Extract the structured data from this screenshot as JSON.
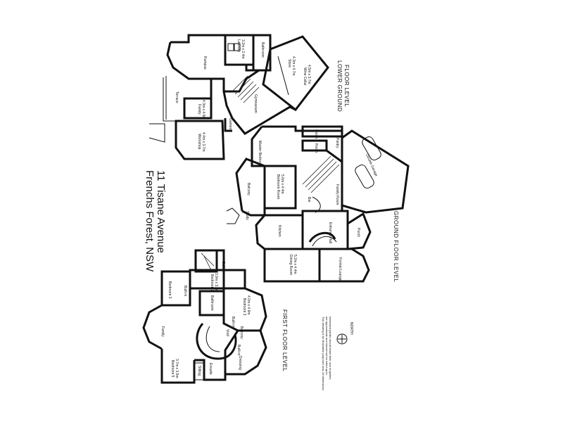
{
  "address": {
    "line1": "11 Tisane Avenue",
    "line2": "Frenchs Forest, NSW"
  },
  "levels": {
    "lower": [
      "LOWER GROUND",
      "FLOOR LEVEL"
    ],
    "ground": "GROUND FLOOR LEVEL",
    "first": "FIRST FLOOR LEVEL"
  },
  "compass": {
    "label": "NORTH"
  },
  "disclaimer": [
    "This drawing is for illustrative purposes only. All dimensions",
    "are approximate and should not be relied upon.",
    "Interested parties should make their own enquiries."
  ],
  "rooms": {
    "lower": {
      "rumpus": "Rumpus",
      "laundry": "Laundry",
      "laundry_dim": "3.2m x 2.4m",
      "bathroom": "Bathroom",
      "terrace": "Terrace",
      "family": "Family",
      "family_dim": "4.3m x 4.6m",
      "gymnasium": "Gymnasium",
      "store": "Store",
      "store_dim": "4.3m x 4.7m",
      "wine_cellar": "Wine Cellar",
      "wine_cellar_dim": "4.5m x 3.7m",
      "games": "Games",
      "workshop": "Workshop",
      "workshop_dim": "4.4m x 3.7m"
    },
    "ground": {
      "room1": "Room",
      "room2": "Room",
      "pantry": "Pantry",
      "master_bedroom": "Master Bedroom",
      "balcony": "Balcony",
      "study": "Study",
      "bedroom_room": "Bedroom Room",
      "bedroom_room_dim": "5.6m x 4.4m",
      "family_room": "Family Room",
      "double_garage": "Double Garage",
      "bar": "Bar",
      "kitchen": "Kitchen",
      "entrance_hall": "Entrance Hall",
      "porch": "Porch",
      "dining_room": "Dining Room",
      "dining_room_dim": "5.2m x 4.4m",
      "formal_lounge": "Formal Lounge"
    },
    "first": {
      "bedroom2": "Bedroom 2",
      "bedroom2_dim": "3.9m x 3.5m",
      "built_in": "Built-in",
      "bedroom3": "Bedroom 3",
      "bedroom3_dim": "4.0m x 4.6m",
      "bathroom": "Bathroom",
      "bedroom4": "Bedroom 3",
      "balcony": "Balcony",
      "void": "Void",
      "built_in_2": "Built-in",
      "built_in_3": "Built-in",
      "family": "Family",
      "bedroom5": "Bedroom 5",
      "bedroom5_dim": "3.7m x 3.5m",
      "ensuite": "Ensuite",
      "dressing": "Dressing",
      "sitting": "Sitting",
      "built_in_4": "Built-in"
    }
  }
}
